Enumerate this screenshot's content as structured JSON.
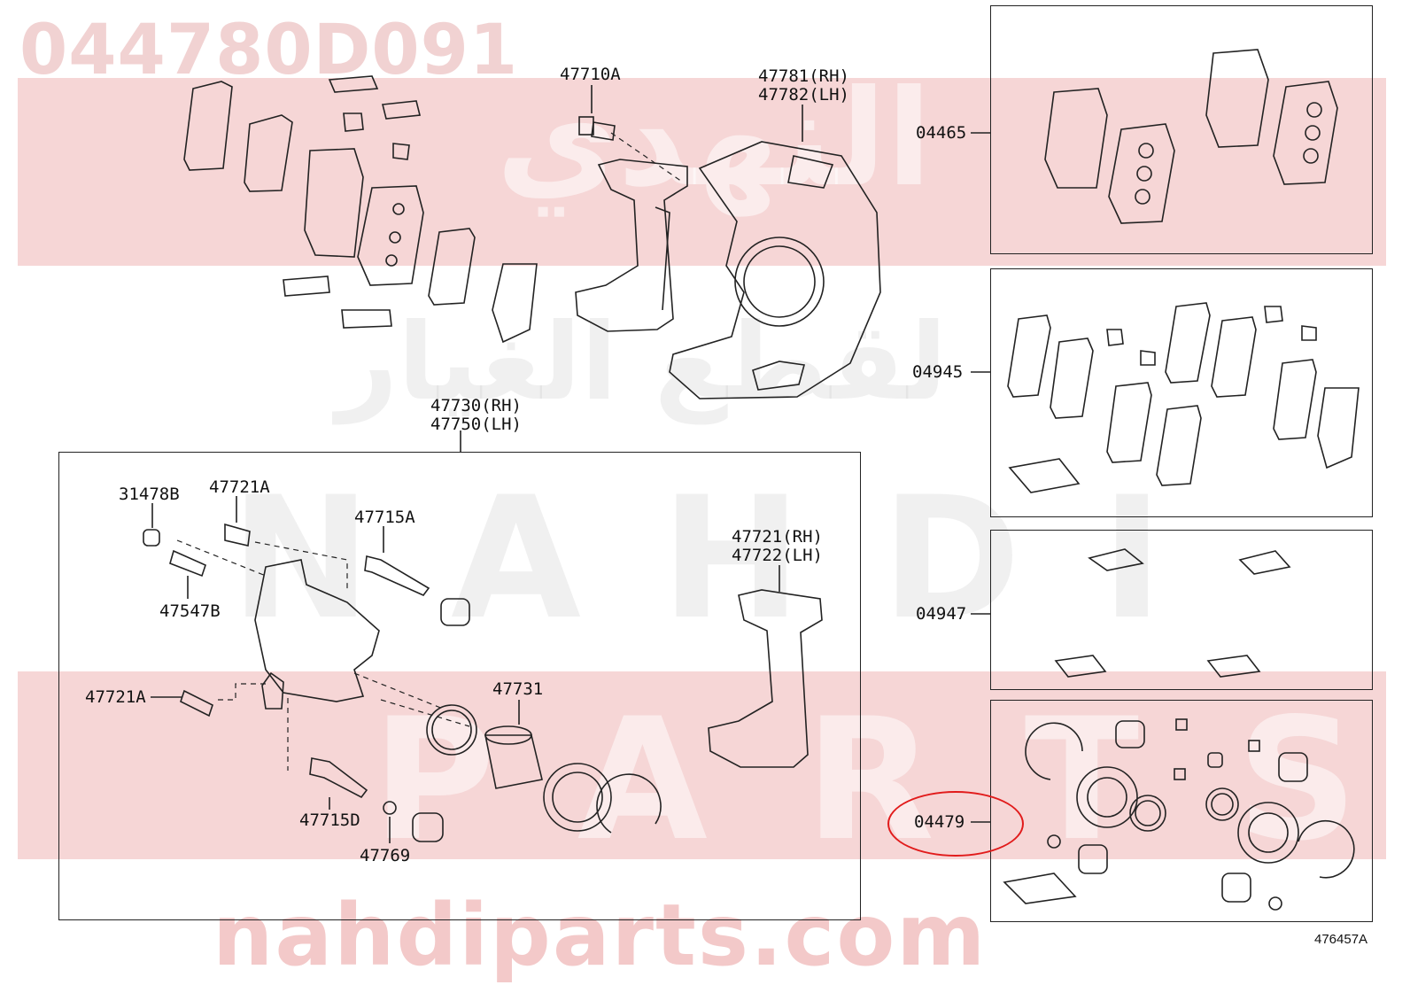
{
  "watermark": {
    "part_number": "044780D091",
    "arabic_top": "النهدي",
    "arabic_mid": "لقطع الغيار",
    "latin_mid": "NAHDI",
    "latin_low": "PARTS",
    "url": "nahdiparts.com"
  },
  "labels": {
    "l47710A": "47710A",
    "l47781": "47781(RH)\n47782(LH)",
    "l47730": "47730(RH)\n47750(LH)",
    "l31478B": "31478B",
    "l47721A_top": "47721A",
    "l47715A": "47715A",
    "l47547B": "47547B",
    "l47721A_mid": "47721A",
    "l47731": "47731",
    "l47715D": "47715D",
    "l47769": "47769",
    "l47721": "47721(RH)\n47722(LH)",
    "l04465": "04465",
    "l04945": "04945",
    "l04947": "04947",
    "l04479": "04479",
    "illustration_id": "476457A"
  },
  "highlight": {
    "target": "04479",
    "color": "#e11b1b"
  }
}
